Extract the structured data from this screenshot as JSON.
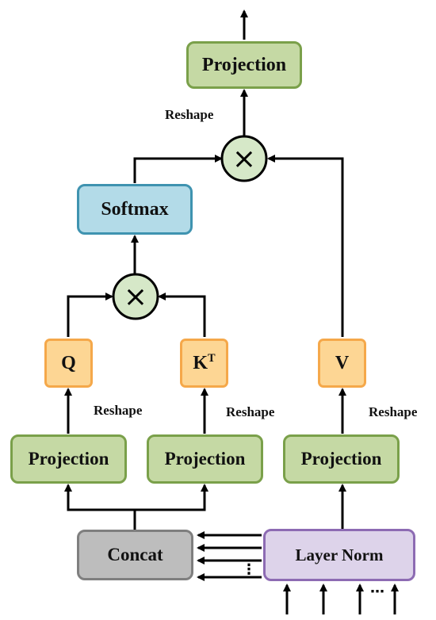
{
  "nodes": {
    "projection_top": "Projection",
    "softmax": "Softmax",
    "q": "Q",
    "k": "K",
    "k_sup": "T",
    "v": "V",
    "projection_q": "Projection",
    "projection_k": "Projection",
    "projection_v": "Projection",
    "concat": "Concat",
    "layer_norm": "Layer Norm",
    "multiply_symbol": "×"
  },
  "labels": {
    "reshape_top": "Reshape",
    "reshape_q": "Reshape",
    "reshape_k": "Reshape",
    "reshape_v": "Reshape",
    "concat_dots": "⋮",
    "input_dots": "⋯"
  },
  "colors": {
    "green_fill": "#c5d9a4",
    "green_border": "#7aa04a",
    "orange_fill": "#fdd694",
    "orange_border": "#f5a84a",
    "blue_fill": "#b3dbe8",
    "blue_border": "#3f93b0",
    "gray_fill": "#bdbdbd",
    "gray_border": "#7f7f7f",
    "purple_fill": "#ddd3ea",
    "purple_border": "#8d6bb3",
    "multiply_fill": "#d6e8c8"
  }
}
